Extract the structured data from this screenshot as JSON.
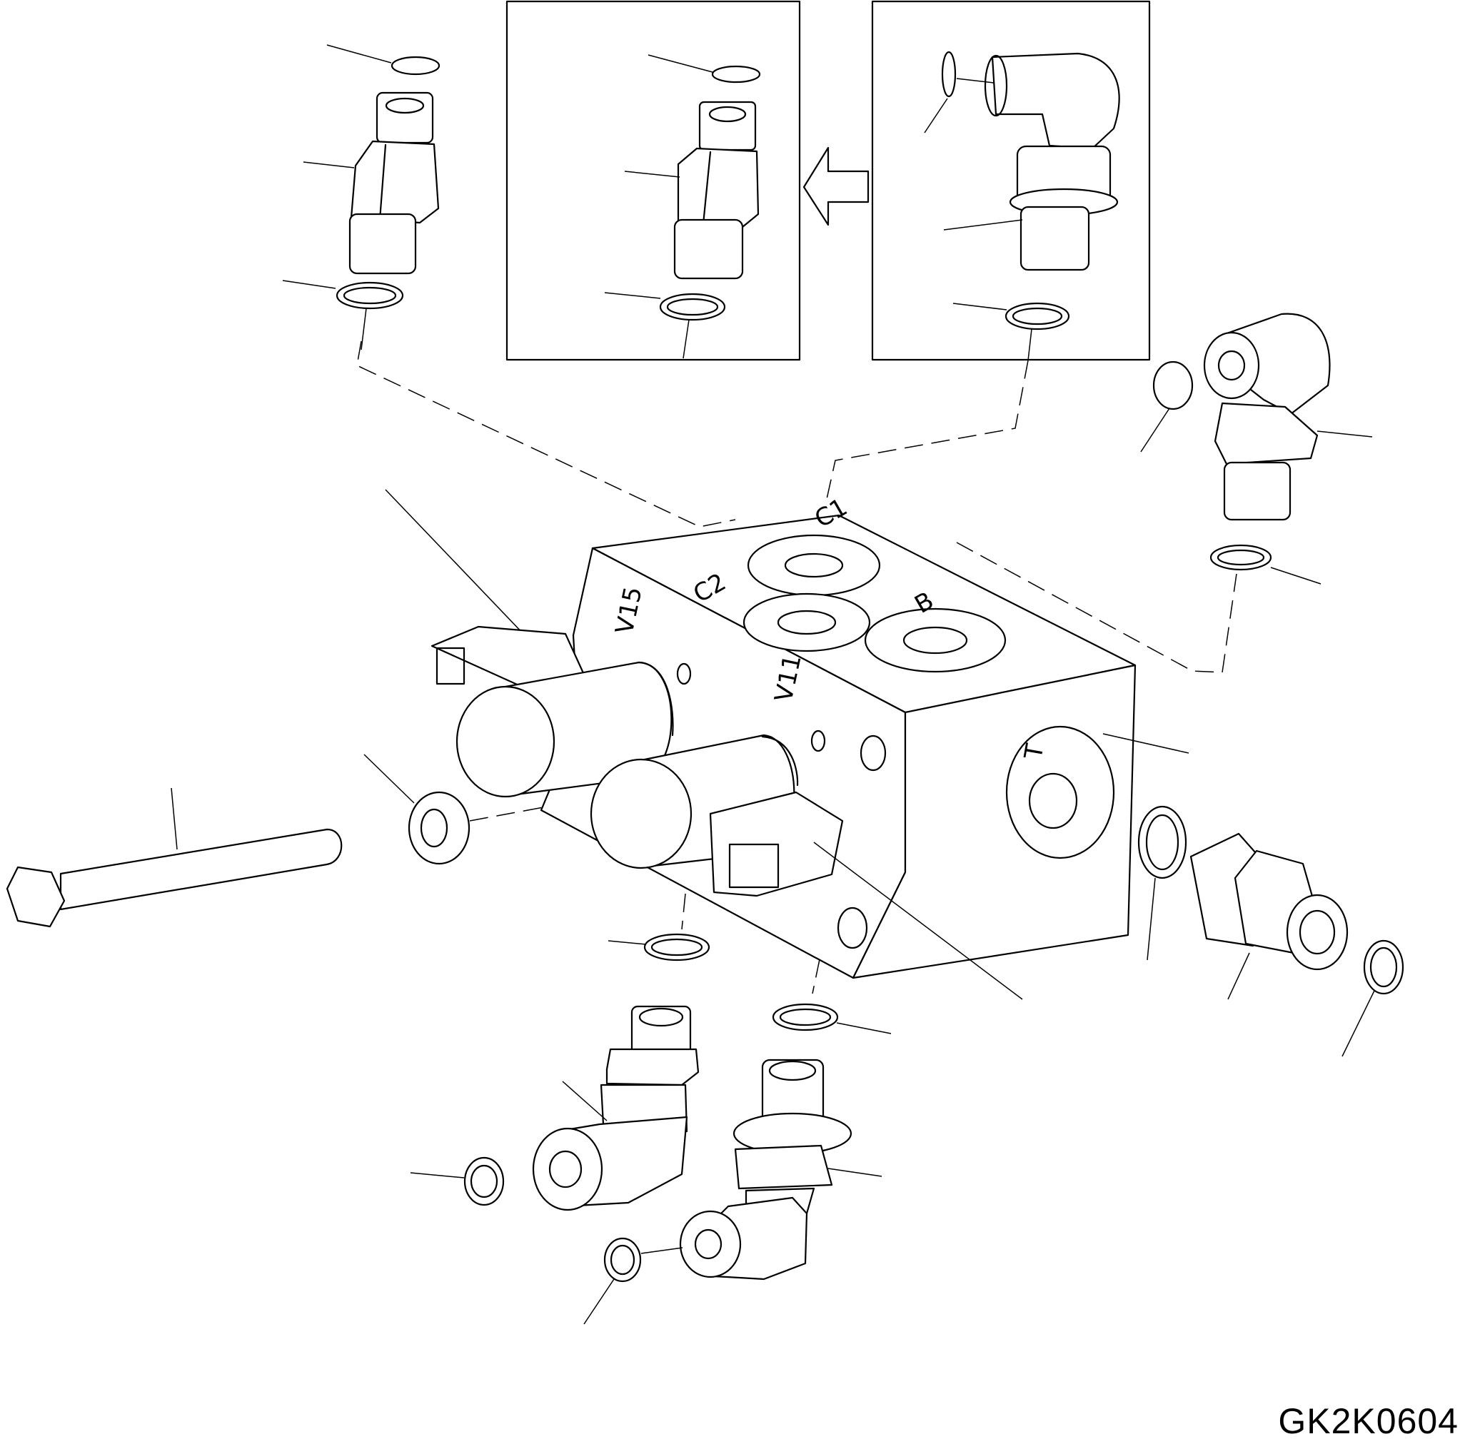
{
  "diagram": {
    "reference_code": "GK2K0604",
    "port_labels": [
      "C1",
      "C2",
      "B",
      "V15",
      "V11",
      "T"
    ]
  }
}
